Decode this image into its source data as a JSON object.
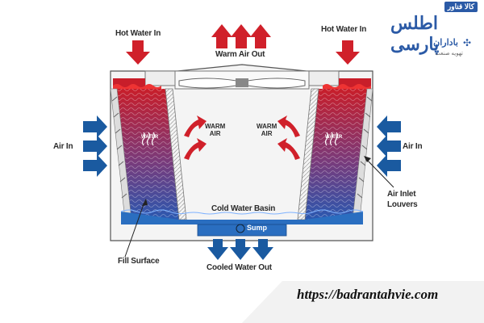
{
  "labels": {
    "hot_water_in_left": "Hot Water In",
    "hot_water_in_right": "Hot Water In",
    "warm_air_out": "Warm Air Out",
    "air_in_left": "Air In",
    "air_in_right": "Air In",
    "warm_air_left": "WARM\nAIR",
    "warm_air_right": "WARM\nAIR",
    "water_left": "WATER",
    "water_right": "WATER",
    "cold_water_basin": "Cold Water Basin",
    "sump": "Sump",
    "fill_surface": "Fill Surface",
    "air_inlet_louvers": "Air Inlet\nLouvers",
    "cooled_water_out": "Cooled Water Out"
  },
  "logo": {
    "badge": "کالا فناور",
    "brand": "اطلس پارسی",
    "sub": "باداران",
    "tagline": "تهویه صنعت"
  },
  "website": "https://badrantahvie.com",
  "colors": {
    "hot": "#d0202a",
    "cold": "#1a5aa0",
    "outline": "#555555"
  }
}
